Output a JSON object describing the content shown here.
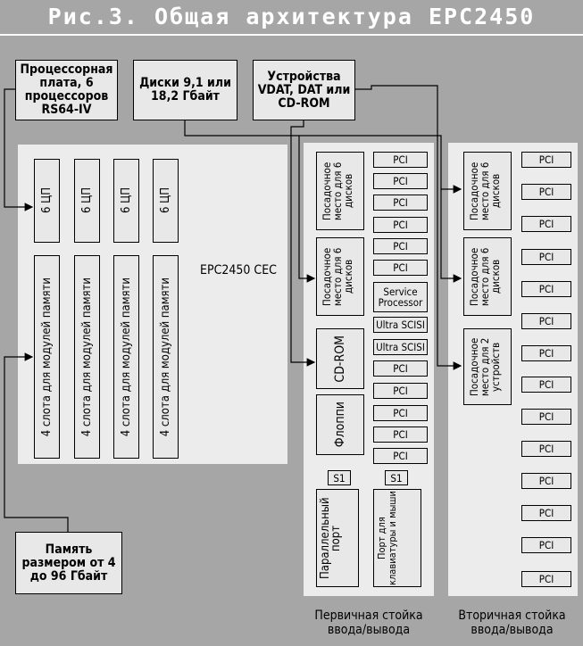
{
  "title": "Рис.3. Общая архитектура EPC2450",
  "top_boxes": {
    "processor_board": "Процессорная плата, 6 процессоров RS64-IV",
    "disks": "Диски 9,1 или 18,2 Гбайт",
    "devices": "Устройства VDAT, DAT или CD-ROM"
  },
  "cec": {
    "label": "EPC2450 CEC",
    "cpu_label": "6 ЦП",
    "memory_slot_label": "4 слота для модулей памяти"
  },
  "memory_box": "Память размером от 4 до 96 Гбайт",
  "primary_rack": {
    "caption": "Первичная стойка ввода/вывода",
    "bay_disks": "Посадочное место для 6 дисков",
    "cdrom": "CD-ROM",
    "floppy": "Флоппи",
    "s1": "S1",
    "parallel_port": "Параллельный порт",
    "kbd_port": "Порт для клавиатуры и мыши",
    "slots": [
      "PCI",
      "PCI",
      "PCI",
      "PCI",
      "PCI",
      "PCI",
      "Service Processor",
      "Ultra SCISI",
      "Ultra SCISI",
      "PCI",
      "PCI",
      "PCI",
      "PCI",
      "PCI"
    ]
  },
  "secondary_rack": {
    "caption": "Вторичная стойка ввода/вывода",
    "bay_disks": "Посадочное место для 6 дисков",
    "bay_devices": "Посадочное место для 2 устройств",
    "slot_label": "PCI"
  }
}
